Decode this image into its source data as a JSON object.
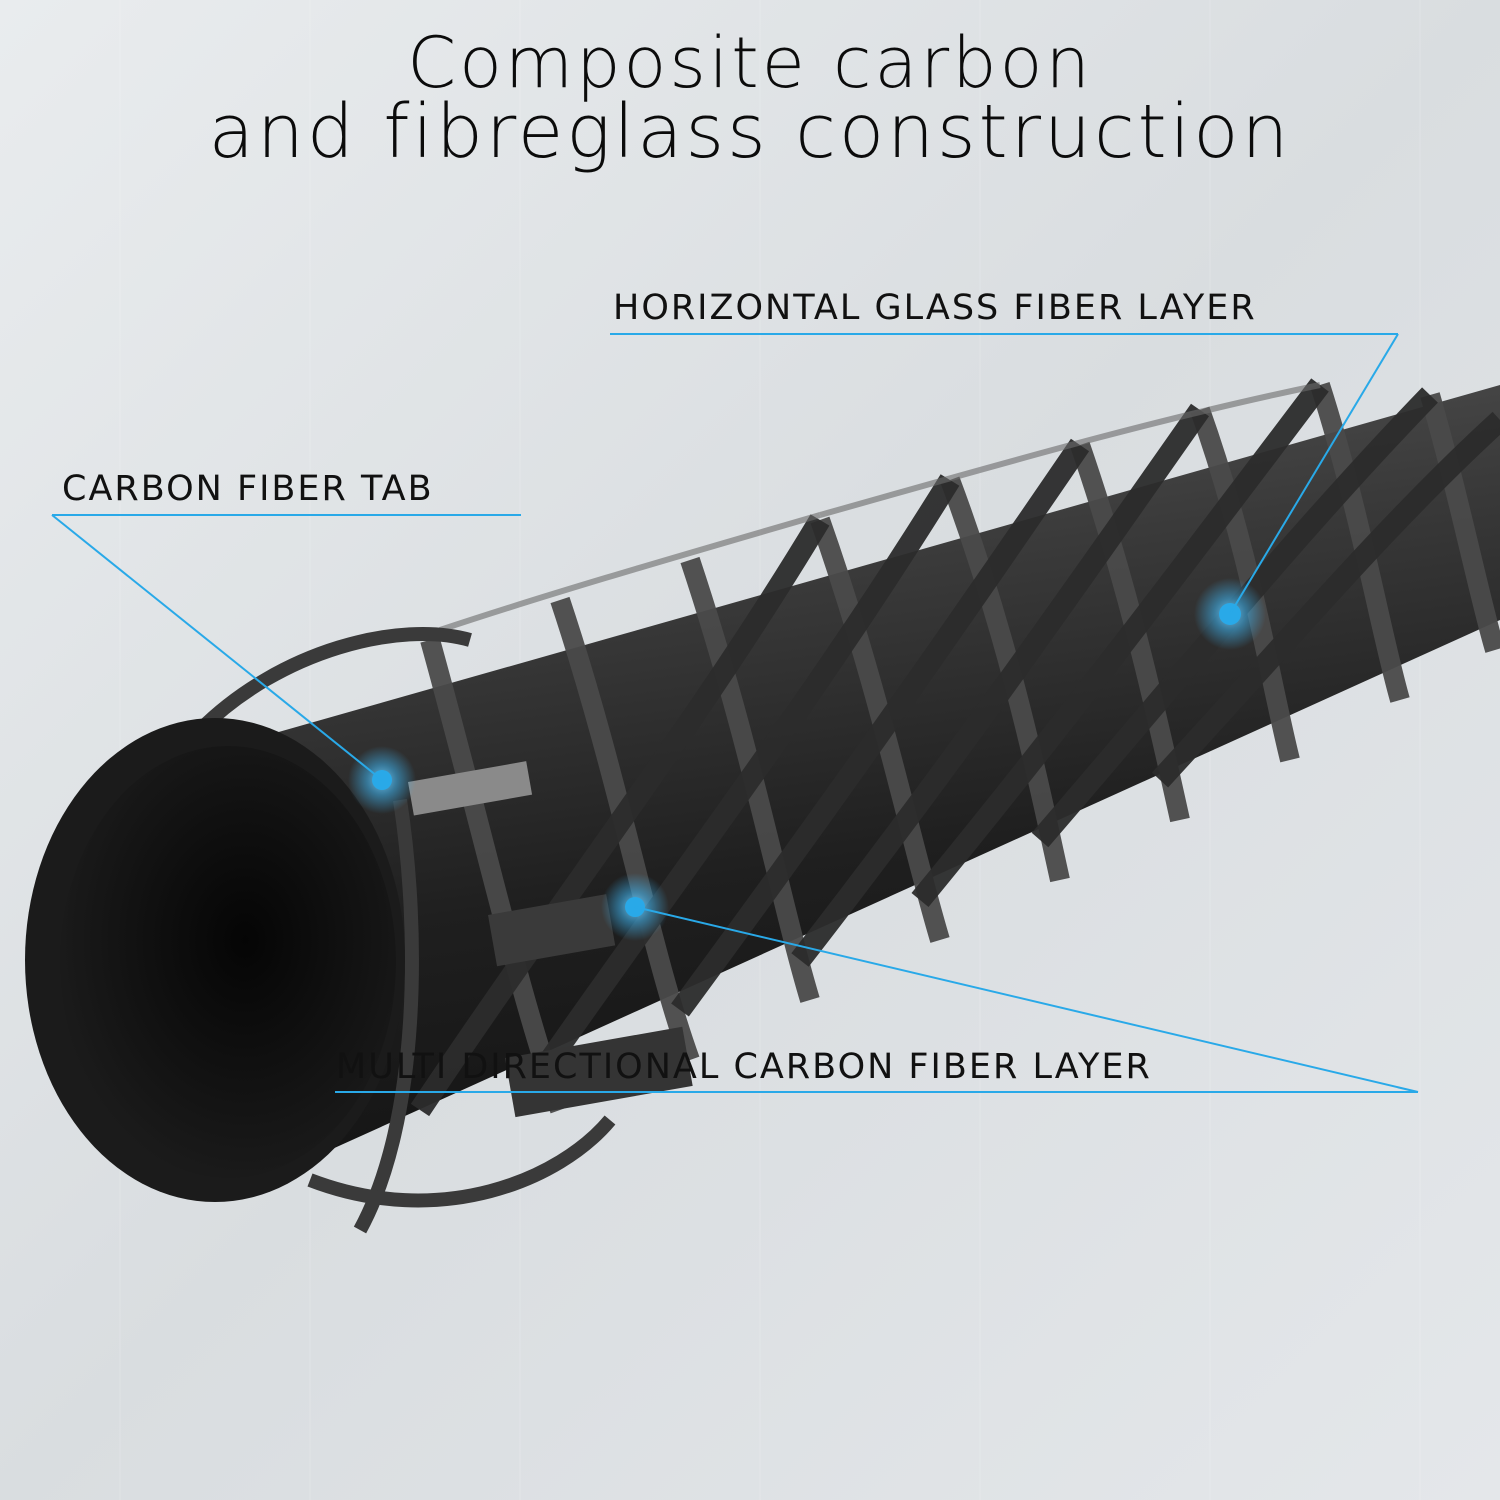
{
  "title": {
    "line1": "Composite carbon",
    "line2": "and fibreglass construction"
  },
  "callouts": {
    "horizontal": "HORIZONTAL GLASS FIBER LAYER",
    "tab": "CARBON FIBER TAB",
    "multi": "MULTI DIRECTIONAL CARBON FIBER LAYER"
  },
  "colors": {
    "accent": "#29a9e8",
    "background": "#dfe3e6",
    "tube": "#2a2a2a"
  }
}
